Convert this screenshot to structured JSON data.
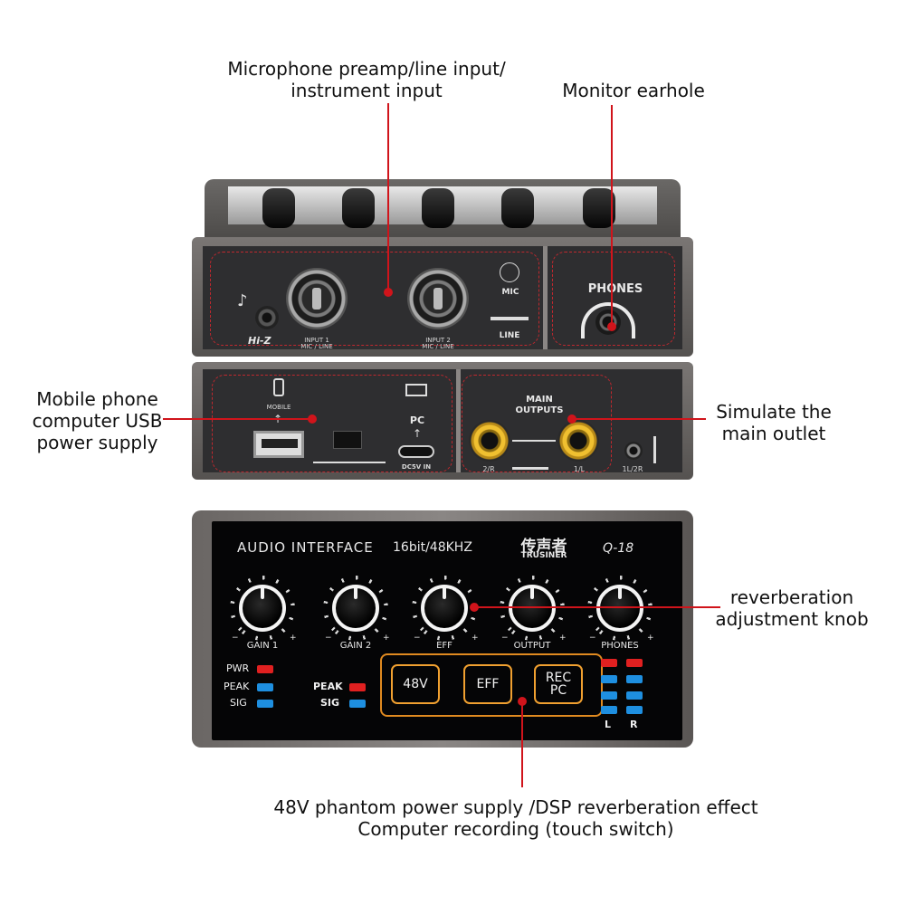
{
  "callouts": {
    "mic_preamp": [
      "Microphone preamp/line input/",
      "instrument input"
    ],
    "monitor": "Monitor earhole",
    "usb_power": [
      "Mobile phone",
      "computer USB",
      "power supply"
    ],
    "main_outlet": [
      "Simulate the",
      "main outlet"
    ],
    "reverb_knob": [
      "reverberation",
      "adjustment knob"
    ],
    "touch_switch": [
      "48V phantom power supply /DSP reverberation effect",
      "Computer recording (touch switch)"
    ]
  },
  "rear_top": {
    "hiz": "Hi-Z",
    "input1": [
      "INPUT 1",
      "MIC / LINE"
    ],
    "input2": [
      "INPUT 2",
      "MIC / LINE"
    ],
    "mic": "MIC",
    "line": "LINE",
    "phones": "PHONES"
  },
  "rear_bottom": {
    "mobile": "MOBILE",
    "pc": "PC",
    "dc": "DC5V IN",
    "main_outputs": [
      "MAIN",
      "OUTPUTS"
    ],
    "out_2r": "2/R",
    "out_1l": "1/L",
    "out_1l2r": "1L/2R"
  },
  "front": {
    "title": "AUDIO INTERFACE",
    "spec": "16bit/48KHZ",
    "brand_cn": "传声者",
    "brand": "TRUSINER",
    "model": "Q-18",
    "knobs": [
      "GAIN 1",
      "GAIN 2",
      "EFF",
      "OUTPUT",
      "PHONES"
    ],
    "minus": "−",
    "plus": "+",
    "leds1": [
      "PWR",
      "PEAK",
      "SIG"
    ],
    "leds2": [
      "PEAK",
      "SIG"
    ],
    "buttons": {
      "b48v": "48V",
      "beff": "EFF",
      "brec": [
        "REC",
        "PC"
      ]
    },
    "meter": [
      "L",
      "R"
    ]
  },
  "colors": {
    "accent_red": "#d0141b",
    "touch_orange": "#f0a030",
    "led_red": "#e02020",
    "led_blue": "#1e8fe0"
  }
}
